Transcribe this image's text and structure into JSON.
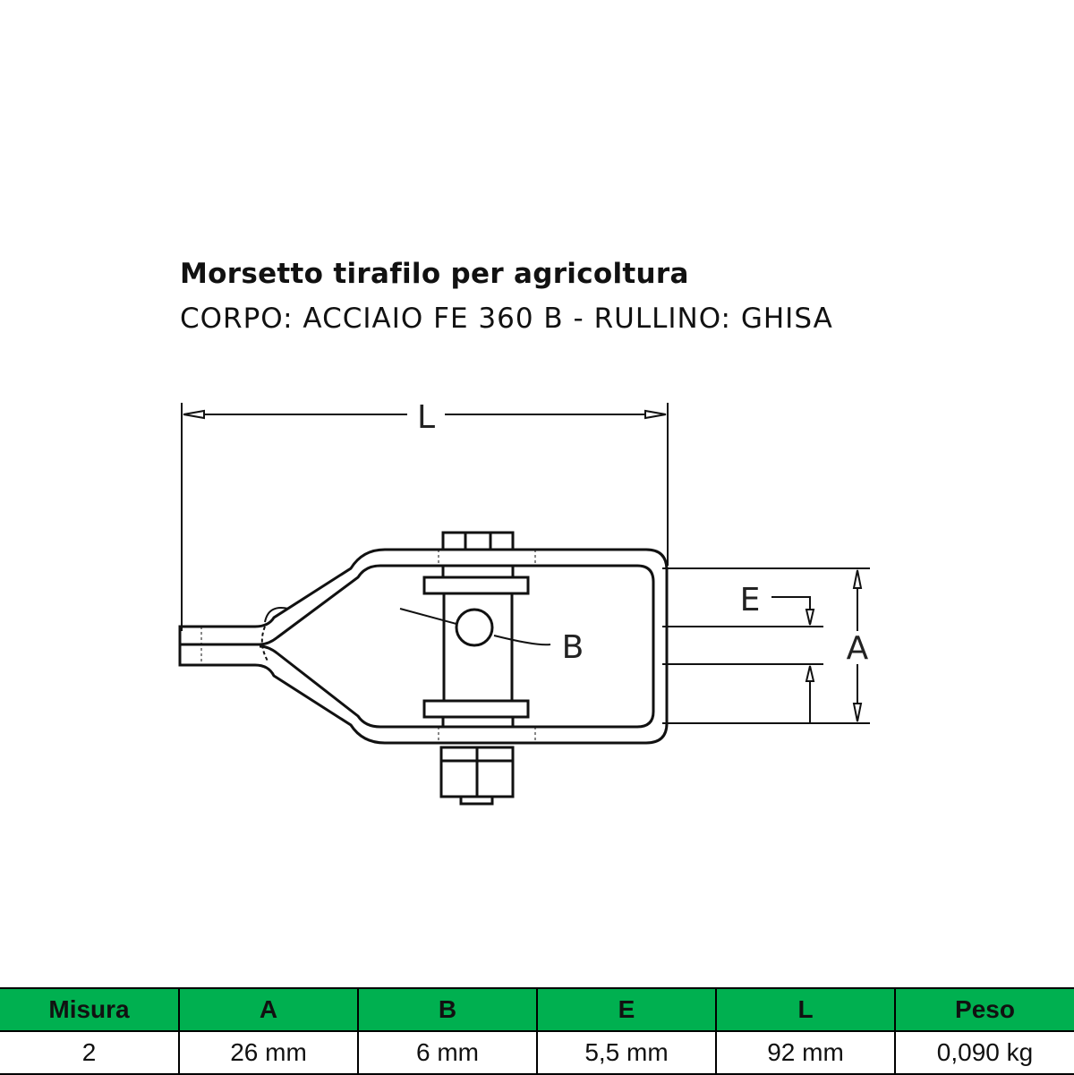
{
  "header": {
    "title": "Morsetto tirafilo per agricoltura",
    "subtitle": "CORPO: ACCIAIO FE 360 B - RULLINO: GHISA"
  },
  "drawing": {
    "labels": {
      "L": "L",
      "A": "A",
      "B": "B",
      "E": "E"
    }
  },
  "table": {
    "headers": [
      "Misura",
      "A",
      "B",
      "E",
      "L",
      "Peso"
    ],
    "rows": [
      [
        "2",
        "26 mm",
        "6 mm",
        "5,5 mm",
        "92 mm",
        "0,090 kg"
      ]
    ],
    "header_color": "#00b050"
  }
}
